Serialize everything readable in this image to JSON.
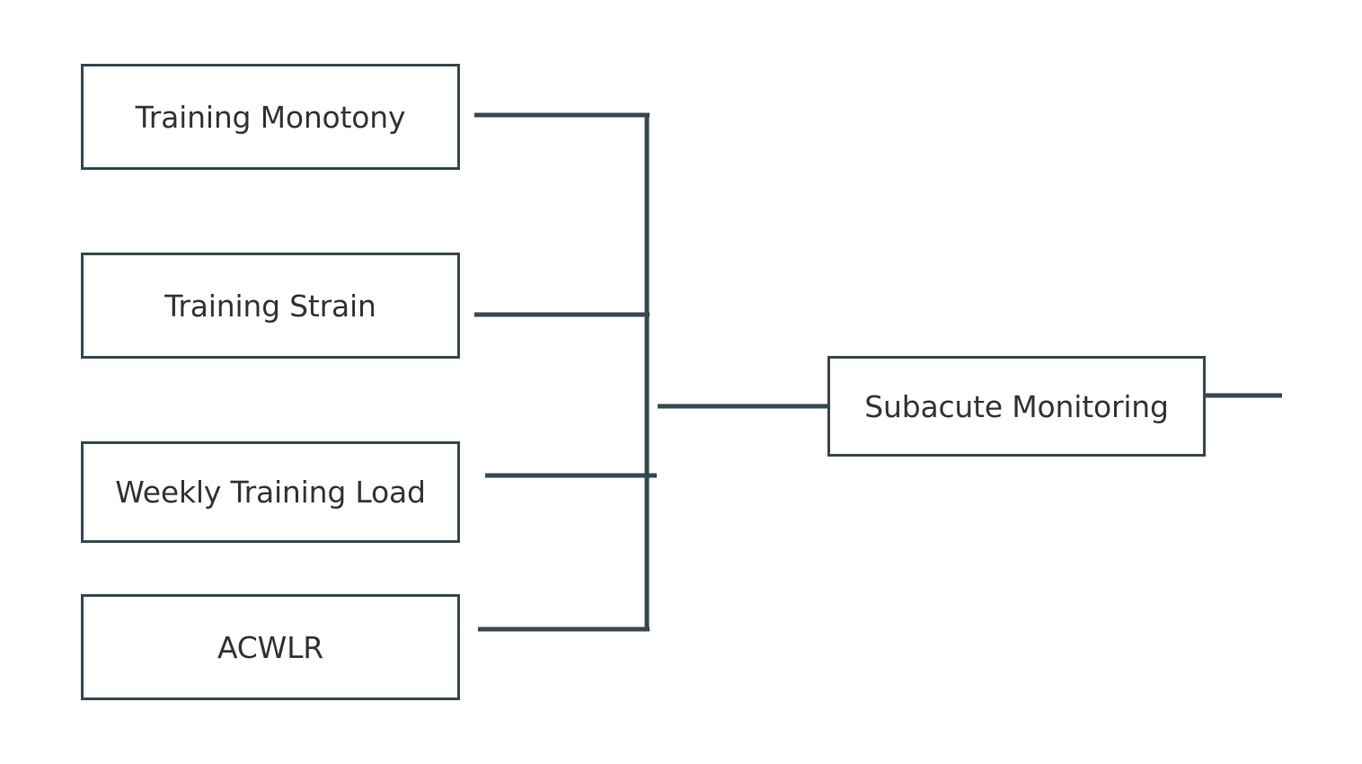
{
  "diagram": {
    "type": "flowchart",
    "orientation": "left-to-right",
    "background_color": "#ffffff",
    "node_border_color": "#37474f",
    "node_fill_color": "#ffffff",
    "connector_color": "#37474f",
    "text_color": "#333333",
    "nodes": [
      {
        "id": "training-monotony",
        "label": "Training Monotony",
        "column": "inputs",
        "row": 1
      },
      {
        "id": "training-strain",
        "label": "Training Strain",
        "column": "inputs",
        "row": 2
      },
      {
        "id": "weekly-training-load",
        "label": "Weekly Training Load",
        "column": "inputs",
        "row": 3
      },
      {
        "id": "acwlr",
        "label": "ACWLR",
        "column": "inputs",
        "row": 4
      },
      {
        "id": "subacute-monitoring",
        "label": "Subacute Monitoring",
        "column": "output",
        "row": 1
      }
    ],
    "edges": [
      {
        "from": "training-monotony",
        "to": "subacute-monitoring"
      },
      {
        "from": "training-strain",
        "to": "subacute-monitoring"
      },
      {
        "from": "weekly-training-load",
        "to": "subacute-monitoring"
      },
      {
        "from": "acwlr",
        "to": "subacute-monitoring"
      },
      {
        "from": "subacute-monitoring",
        "to": "continues-offscreen-right"
      }
    ]
  }
}
